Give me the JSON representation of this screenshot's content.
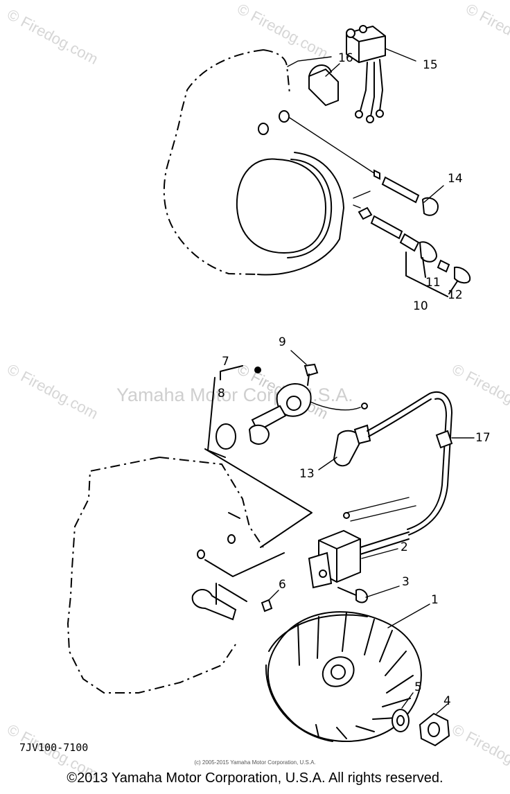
{
  "watermarks": {
    "corner": "© Firedog.com",
    "center": "Yamaha Motor Corp., U.S.A.",
    "center_overlay": "© Firedog.com"
  },
  "callouts": [
    "1",
    "2",
    "3",
    "4",
    "5",
    "6",
    "7",
    "8",
    "9",
    "10",
    "11",
    "12",
    "13",
    "14",
    "15",
    "16",
    "17"
  ],
  "diagram_code": "7JV100-7100",
  "small_copyright": "(c) 2005-2015 Yamaha Motor Corporation, U.S.A.",
  "copyright": "©2013 Yamaha Motor Corporation, U.S.A. All rights reserved."
}
